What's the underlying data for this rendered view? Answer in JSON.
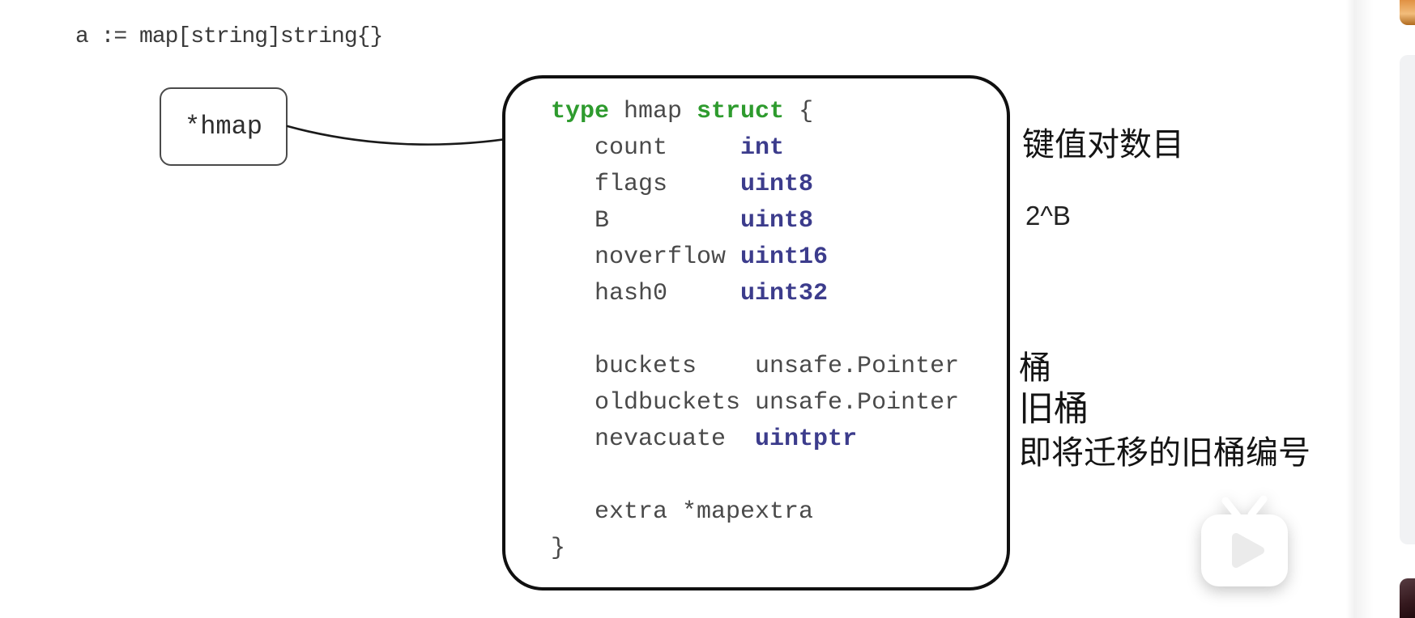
{
  "declaration": "a := map[string]string{}",
  "pointer": {
    "label": "*hmap"
  },
  "struct_code": {
    "lines": [
      [
        [
          "kw",
          "type"
        ],
        [
          "pl",
          " hmap "
        ],
        [
          "kw",
          "struct"
        ],
        [
          "pl",
          " {"
        ]
      ],
      [
        [
          "pl",
          "   count     "
        ],
        [
          "ty",
          "int"
        ]
      ],
      [
        [
          "pl",
          "   flags     "
        ],
        [
          "ty",
          "uint8"
        ]
      ],
      [
        [
          "pl",
          "   B         "
        ],
        [
          "ty",
          "uint8"
        ]
      ],
      [
        [
          "pl",
          "   noverflow "
        ],
        [
          "ty",
          "uint16"
        ]
      ],
      [
        [
          "pl",
          "   hash0     "
        ],
        [
          "ty",
          "uint32"
        ]
      ],
      [],
      [
        [
          "pl",
          "   buckets    unsafe.Pointer"
        ]
      ],
      [
        [
          "pl",
          "   oldbuckets unsafe.Pointer"
        ]
      ],
      [
        [
          "pl",
          "   nevacuate  "
        ],
        [
          "ty",
          "uintptr"
        ]
      ],
      [],
      [
        [
          "pl",
          "   extra *mapextra"
        ]
      ],
      [
        [
          "pl",
          "}"
        ]
      ]
    ]
  },
  "annotations": [
    {
      "field": "count",
      "text": "键值对数目"
    },
    {
      "field": "B",
      "text": "2^B"
    },
    {
      "field": "buckets",
      "text": "桶"
    },
    {
      "field": "oldbuckets",
      "text": "旧桶"
    },
    {
      "field": "nevacuate",
      "text": "即将迁移的旧桶编号"
    }
  ],
  "watermark": {
    "icon": "bilibili-tv-play"
  },
  "colors": {
    "keyword": "#2e9b2e",
    "type": "#3c3c8c",
    "plain": "#4a4a4a",
    "ink": "#141414"
  }
}
